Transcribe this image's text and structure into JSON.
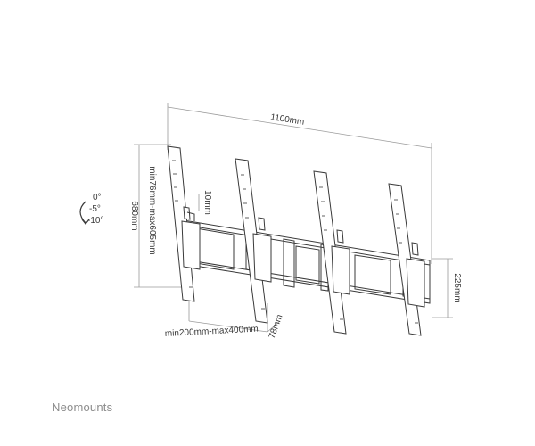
{
  "dimensions": {
    "width_overall": "1100mm",
    "height_overall": "680mm",
    "vertical_adjust": "min76mm-max605mm",
    "step": "10mm",
    "frame_height": "225mm",
    "wall_distance": "min200mm-max400mm",
    "depth": "78mm"
  },
  "tilt": {
    "values": [
      "0°",
      "-5°",
      "-10°"
    ]
  },
  "brand": {
    "name": "Neomounts"
  },
  "colors": {
    "line": "#3a3a3a",
    "dim_line": "#9a9a9a",
    "brand": "#8c8c8c"
  }
}
